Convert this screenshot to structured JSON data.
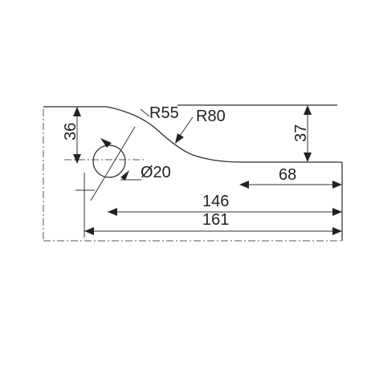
{
  "drawing": {
    "dimensions": {
      "height_left": "36",
      "height_right": "37",
      "radius_small": "R55",
      "radius_large": "R80",
      "hole_diameter": "Ø20",
      "step_length": "68",
      "hole_to_end": "146",
      "overall_length": "161"
    }
  }
}
